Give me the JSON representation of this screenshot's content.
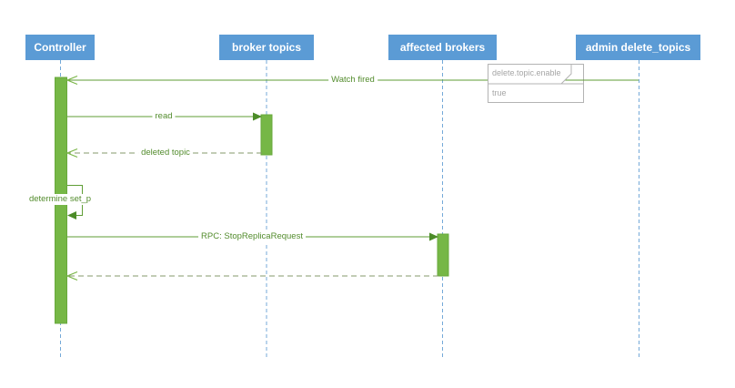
{
  "diagram": {
    "type": "uml-sequence-diagram",
    "participants": [
      {
        "label": "Controller"
      },
      {
        "label": "broker topics"
      },
      {
        "label": "affected brokers"
      },
      {
        "label": "admin delete_topics"
      }
    ],
    "messages": [
      {
        "label": "Watch fired",
        "from": "admin delete_topics",
        "to": "Controller",
        "style": "solid-open-arrow"
      },
      {
        "label": "read",
        "from": "Controller",
        "to": "broker topics",
        "style": "solid-filled-arrow"
      },
      {
        "label": "deleted topic",
        "from": "broker topics",
        "to": "Controller",
        "style": "dashed-return"
      },
      {
        "label": "determine set_p",
        "from": "Controller",
        "to": "Controller",
        "style": "self-call"
      },
      {
        "label": "RPC: StopReplicaRequest",
        "from": "Controller",
        "to": "affected brokers",
        "style": "solid-filled-arrow"
      },
      {
        "label": "",
        "from": "affected brokers",
        "to": "Controller",
        "style": "dashed-return"
      }
    ],
    "note": {
      "title": "delete.topic.enable",
      "value": "true"
    },
    "colors": {
      "participant_fill": "#5b9bd5",
      "participant_text": "#ffffff",
      "lifeline": "#74a9d8",
      "activation_fill": "#76b746",
      "activation_stroke": "#68a93c",
      "message_line": "#5f9e35",
      "message_text": "#538c2d",
      "return_dash": "#84996b",
      "note_border": "#b3b3b3",
      "note_text": "#a6a6a6"
    }
  }
}
